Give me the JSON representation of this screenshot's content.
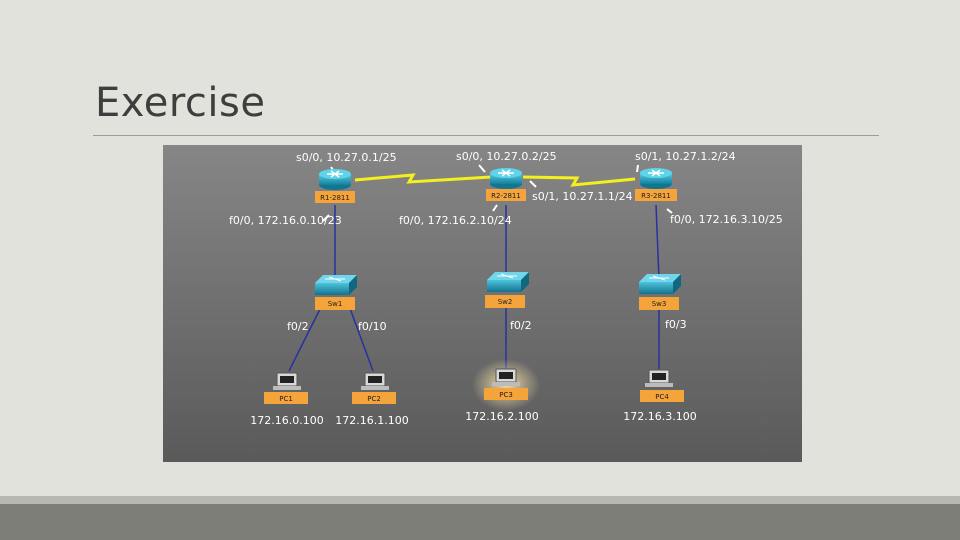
{
  "slide": {
    "title": "Exercise"
  },
  "diagram": {
    "routers": [
      {
        "id": "r1",
        "label": "R1-2811"
      },
      {
        "id": "r2",
        "label": "R2-2811"
      },
      {
        "id": "r3",
        "label": "R3-2811"
      }
    ],
    "switches": [
      {
        "id": "sw1",
        "label": "Sw1"
      },
      {
        "id": "sw2",
        "label": "Sw2"
      },
      {
        "id": "sw3",
        "label": "Sw3"
      }
    ],
    "pcs": [
      {
        "id": "pc1",
        "label": "PC1",
        "ip": "172.16.0.100"
      },
      {
        "id": "pc2",
        "label": "PC2",
        "ip": "172.16.1.100"
      },
      {
        "id": "pc3",
        "label": "PC3",
        "ip": "172.16.2.100"
      },
      {
        "id": "pc4",
        "label": "PC4",
        "ip": "172.16.3.100"
      }
    ],
    "interfaces": {
      "r1_s00": "s0/0, 10.27.0.1/25",
      "r2_s00": "s0/0, 10.27.0.2/25",
      "r3_s01": "s0/1, 10.27.1.2/24",
      "r2_s01": "s0/1, 10.27.1.1/24",
      "r1_f00": "f0/0, 172.16.0.10/23",
      "r2_f00": "f0/0, 172.16.2.10/24",
      "r3_f00": "f0/0, 172.16.3.10/25",
      "sw1_f02": "f0/2",
      "sw1_f010": "f0/10",
      "sw2_f02": "f0/2",
      "sw3_f03": "f0/3"
    }
  },
  "colors": {
    "serial_link": "#f4ef1e",
    "ethernet_link": "#2632a0",
    "device_label_bg": "#f4a43a",
    "router_body": "#2ba7c6",
    "switch_body": "#1f97b6"
  }
}
